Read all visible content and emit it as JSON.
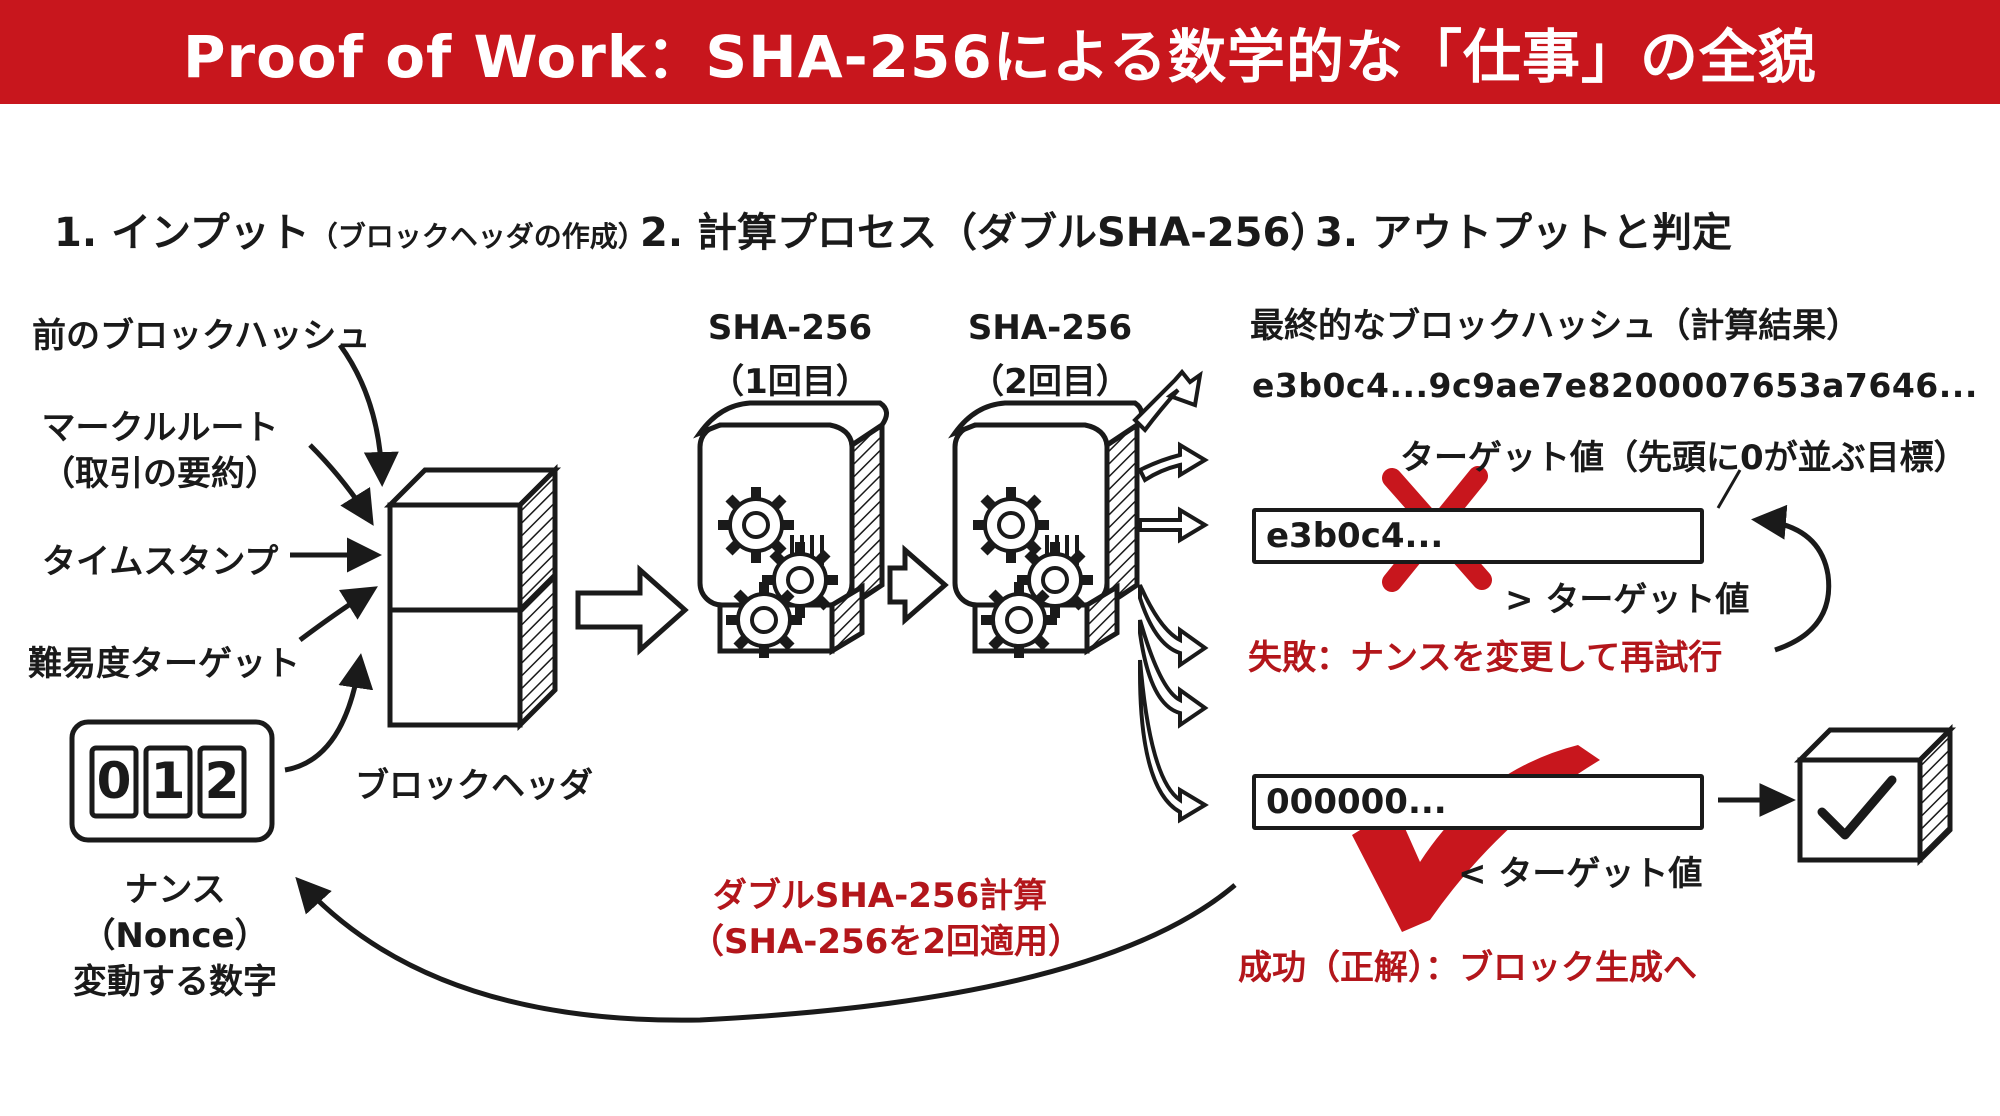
{
  "title": "Proof of Work：SHA-256による数学的な「仕事」の全貌",
  "sections": {
    "input": {
      "main": "1. インプット",
      "sub": "（ブロックヘッダの作成）"
    },
    "process": {
      "main": "2. 計算プロセス（ダブルSHA-256）"
    },
    "output": {
      "main": "3. アウトプットと判定"
    }
  },
  "inputs": [
    "前のブロックハッシュ",
    "マークルルート",
    "（取引の要約）",
    "タイムスタンプ",
    "難易度ターゲット"
  ],
  "nonce": {
    "digits": [
      "0",
      "1",
      "2"
    ],
    "label_line1": "ナンス",
    "label_line2": "（Nonce）",
    "label_line3": "変動する数字"
  },
  "block_header_label": "ブロックヘッダ",
  "hashers": [
    {
      "name": "SHA-256",
      "round": "（1回目）"
    },
    {
      "name": "SHA-256",
      "round": "（2回目）"
    }
  ],
  "double_hash_caption": {
    "line1": "ダブルSHA-256計算",
    "line2": "（SHA-256を2回適用）"
  },
  "final_hash": {
    "label": "最終的なブロックハッシュ（計算結果）",
    "value": "e3b0c4...9c9ae7e8200007653a7646..."
  },
  "target_label": "ターゲット値（先頭に0が並ぶ目標）",
  "fail": {
    "bar_value": "e3b0c4...",
    "comparison": "> ターゲット値",
    "message": "失敗：ナンスを変更して再試行"
  },
  "success": {
    "bar_value": "000000...",
    "comparison": "< ターゲット値",
    "message": "成功（正解）：ブロック生成へ"
  },
  "colors": {
    "banner": "#c8161d",
    "accent_red": "#b3161b",
    "ink": "#1a1a1a"
  },
  "icons": [
    "gear-icon",
    "cross-mark-icon",
    "check-mark-icon",
    "checked-box-icon",
    "cube-icon"
  ]
}
